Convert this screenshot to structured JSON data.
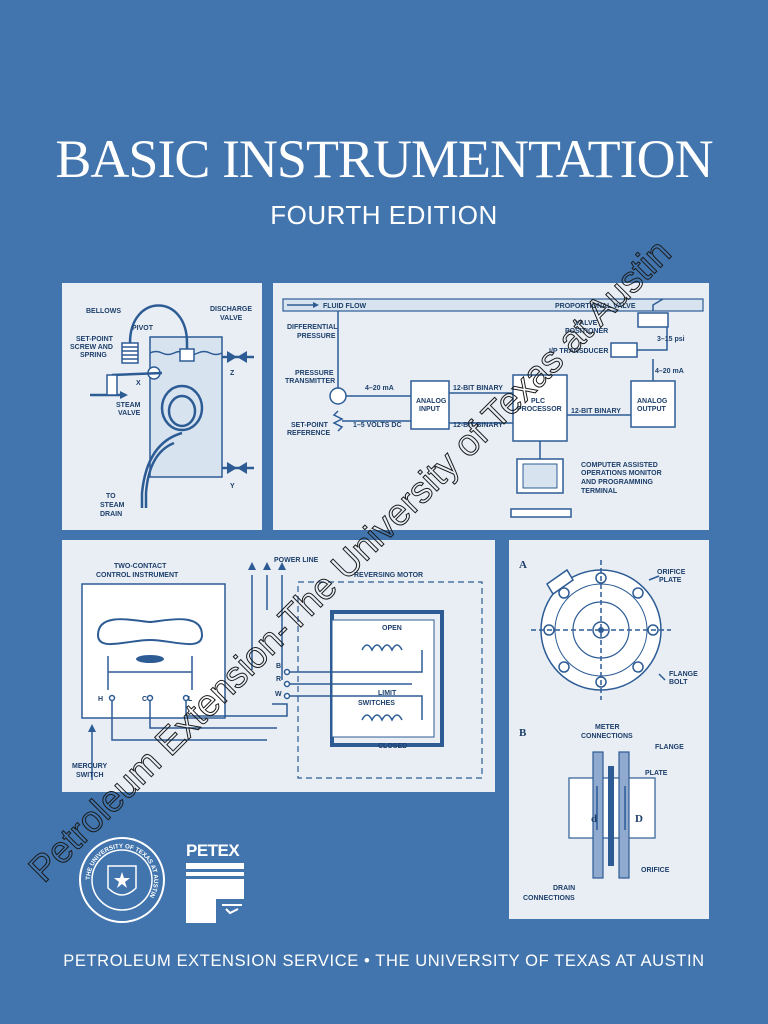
{
  "title": "BASIC INSTRUMENTATION",
  "edition": "FOURTH EDITION",
  "footer": "PETROLEUM EXTENSION SERVICE • THE UNIVERSITY OF TEXAS AT AUSTIN",
  "watermark": "Petroleum Extension-The University of Texas at Austin",
  "petex_logo": "PETEX",
  "seal_text": "THE UNIVERSITY OF TEXAS AT AUSTIN",
  "diagram1": {
    "bellows": "BELLOWS",
    "pivot": "PIVOT",
    "discharge_valve_1": "DISCHARGE",
    "discharge_valve_2": "VALVE",
    "setpoint_1": "SET-POINT",
    "setpoint_2": "SCREW AND",
    "setpoint_3": "SPRING",
    "x": "X",
    "z": "Z",
    "y": "Y",
    "steam_valve_1": "STEAM",
    "steam_valve_2": "VALVE",
    "to_drain_1": "TO",
    "to_drain_2": "STEAM",
    "to_drain_3": "DRAIN"
  },
  "diagram2": {
    "fluid_flow": "FLUID FLOW",
    "proportional_valve": "PROPORTIONAL VALVE",
    "differential_1": "DIFFERENTIAL",
    "differential_2": "PRESSURE",
    "valve_positioner_1": "VALVE",
    "valve_positioner_2": "POSITIONER",
    "psi": "3–15 psi",
    "ip_transducer": "I/P TRANSDUCER",
    "pressure_transmitter_1": "PRESSURE",
    "pressure_transmitter_2": "TRANSMITTER",
    "ma_1": "4–20 mA",
    "ma_2": "4–20 mA",
    "binary_1": "12-BIT BINARY",
    "binary_2": "12-BIT BINARY",
    "binary_3": "12-BIT BINARY",
    "analog_input_1": "ANALOG",
    "analog_input_2": "INPUT",
    "plc_1": "PLC",
    "plc_2": "PROCESSOR",
    "analog_output_1": "ANALOG",
    "analog_output_2": "OUTPUT",
    "setpoint_ref_1": "SET-POINT",
    "setpoint_ref_2": "REFERENCE",
    "volts_dc": "1–5 VOLTS DC",
    "computer_1": "COMPUTER ASSISTED",
    "computer_2": "OPERATIONS MONITOR",
    "computer_3": "AND PROGRAMMING",
    "computer_4": "TERMINAL"
  },
  "diagram3": {
    "two_contact_1": "TWO-CONTACT",
    "two_contact_2": "CONTROL INSTRUMENT",
    "power_line": "POWER LINE",
    "reversing_motor": "REVERSING MOTOR",
    "open": "OPEN",
    "closed": "CLOSED",
    "limit_1": "LIMIT",
    "limit_2": "SWITCHES",
    "b": "B",
    "r": "R",
    "w": "W",
    "h": "H",
    "c": "C",
    "l": "L",
    "mercury_1": "MERCURY",
    "mercury_2": "SWITCH"
  },
  "diagram4": {
    "a": "A",
    "b": "B",
    "orifice_plate_1": "ORIFICE",
    "orifice_plate_2": "PLATE",
    "flange_bolt_1": "FLANGE",
    "flange_bolt_2": "BOLT",
    "meter_1": "METER",
    "meter_2": "CONNECTIONS",
    "flange": "FLANGE",
    "plate": "PLATE",
    "d_small": "d",
    "d_big": "D",
    "orifice": "ORIFICE",
    "drain_1": "DRAIN",
    "drain_2": "CONNECTIONS"
  },
  "colors": {
    "background": "#4275ad",
    "panel": "#e9eef5",
    "line": "#2d5c95"
  }
}
